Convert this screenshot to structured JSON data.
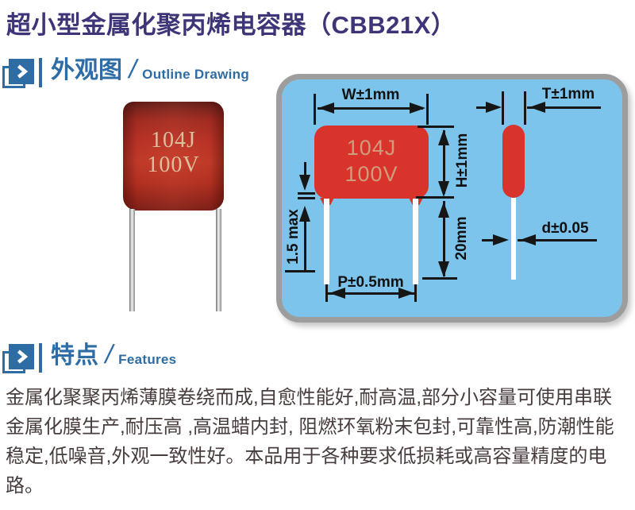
{
  "title": "超小型金属化聚丙烯电容器（CBB21X）",
  "sections": [
    {
      "zh": "外观图",
      "divider": "/",
      "en": "Outline Drawing"
    },
    {
      "zh": "特点",
      "divider": "/",
      "en": "Features"
    }
  ],
  "photo": {
    "marking_line1": "104J",
    "marking_line2": "100V"
  },
  "drawing": {
    "front": {
      "marking_line1": "104J",
      "marking_line2": "100V",
      "dim_width": "W±1mm",
      "dim_height": "H±1mm",
      "dim_lead_length": "20mm",
      "dim_standoff": "1.5 max",
      "dim_pitch": "P±0.5mm"
    },
    "side": {
      "dim_thickness": "T±1mm",
      "dim_lead_diameter": "d±0.05"
    }
  },
  "features": {
    "lines": [
      "金属化聚聚丙烯薄膜卷绕而成,自愈性能好,耐高温,部分小容量可使用串联",
      "金属化膜生产,耐压高 ,高温蜡内封, 阻燃环氧粉末包封,可靠性高,防潮性能",
      "稳定,低噪音,外观一致性好。本品用于各种要求低损耗或高容量精度的电",
      "路。"
    ]
  },
  "colors": {
    "accent_blue": "#2d6ca5",
    "title_navy": "#3d3577",
    "panel_blue": "#7cc4eb",
    "panel_border": "#9d9d9d",
    "capacitor_red": "#d8342c",
    "marking_tan": "#cf9c7d",
    "body_text": "#483d3d"
  }
}
